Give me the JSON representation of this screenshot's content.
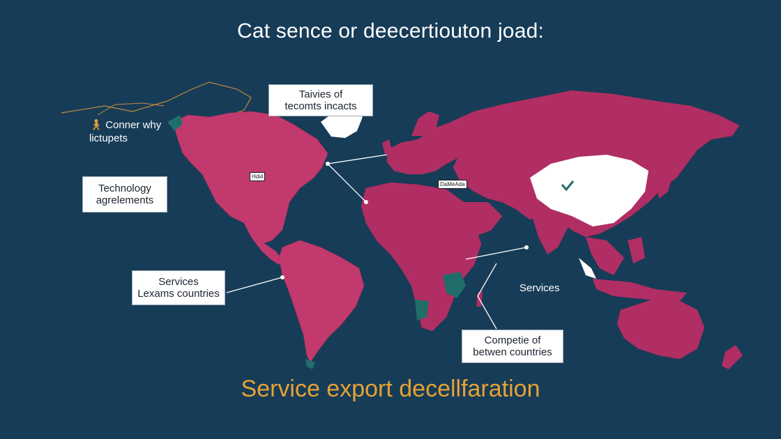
{
  "header": {
    "title": "Cat sence or deecertiouton joad:"
  },
  "footer": {
    "title": "Service export decellfaration"
  },
  "callouts": {
    "tariffs": {
      "line1": "Taivies of",
      "line2": "tecomts incacts"
    },
    "connector": {
      "line1": "Conner why",
      "line2": "lictupets"
    },
    "technology": {
      "line1": "Technology",
      "line2": "agrelements"
    },
    "services_lexams": {
      "line1": "Services",
      "line2": "Lexams countries"
    },
    "services_plain": "Services",
    "competitie": {
      "line1": "Competie of",
      "line2": "betwen countries"
    }
  },
  "tags": {
    "north_america": "Hdi4",
    "mediterranean": "DaMeAda"
  },
  "colors": {
    "background": "#173c57",
    "land_primary": "#c23a6d",
    "land_secondary": "#b02e64",
    "highlight_white": "#ffffff",
    "accent_teal": "#1f6e6a",
    "title_gold": "#e6a234",
    "title_white": "#ffffff"
  }
}
